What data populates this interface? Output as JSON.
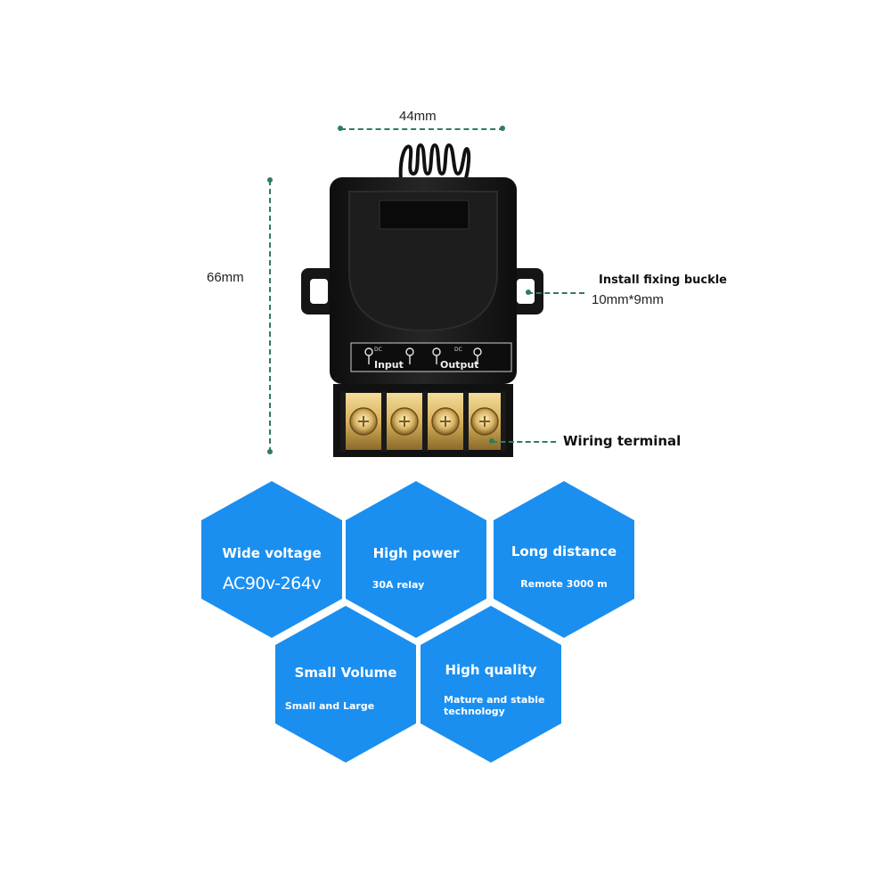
{
  "dimensions": {
    "width_label": "44mm",
    "height_label": "66mm"
  },
  "callouts": {
    "buckle_title": "Install fixing buckle",
    "buckle_size": "10mm*9mm",
    "terminal": "Wiring terminal"
  },
  "device": {
    "input_label": "Input",
    "input_small": "DC",
    "output_label": "Output",
    "output_small": "DC"
  },
  "features": [
    {
      "title": "Wide voltage",
      "detail": "AC90v-264v"
    },
    {
      "title": "High power",
      "detail": "30A relay"
    },
    {
      "title": "Long distance",
      "detail": "Remote 3000 m"
    },
    {
      "title": "Small Volume",
      "detail": "Small and Large"
    },
    {
      "title": "High quality",
      "detail": "Mature and stable technology"
    }
  ],
  "colors": {
    "hexagon": "#1a8ff0",
    "dimension_line": "#2e7d5b",
    "device_body": "#1b1b1b",
    "terminal_brass": "#d9b15a"
  },
  "icons": [
    "relay-device-icon",
    "antenna-coil-icon",
    "screw-terminal-icon"
  ]
}
